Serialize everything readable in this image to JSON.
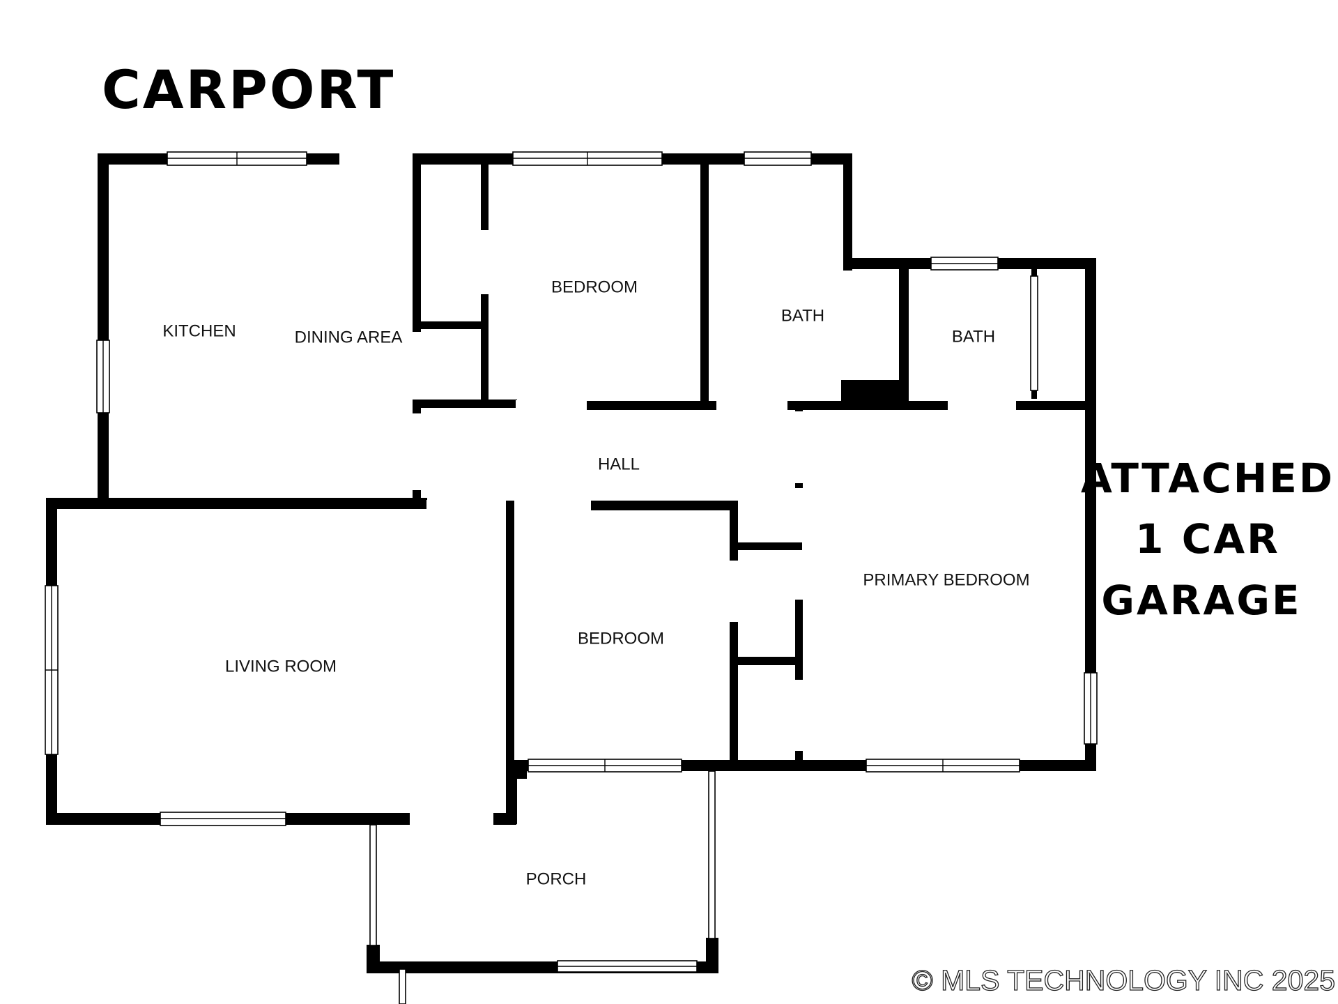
{
  "labels": {
    "carport": "CARPORT",
    "garage_line1": "ATTACHED",
    "garage_line2": "1 CAR",
    "garage_line3": "GARAGE",
    "copyright": "© MLS TECHNOLOGY INC 2025"
  },
  "rooms": {
    "kitchen": "KITCHEN",
    "dining_area": "DINING AREA",
    "bedroom_top": "BEDROOM",
    "bath_1": "BATH",
    "bath_2": "BATH",
    "hall": "HALL",
    "living_room": "LIVING ROOM",
    "bedroom_bottom": "BEDROOM",
    "primary_bedroom": "PRIMARY BEDROOM",
    "porch": "PORCH"
  },
  "colors": {
    "wall": "#000000",
    "background": "#ffffff"
  }
}
